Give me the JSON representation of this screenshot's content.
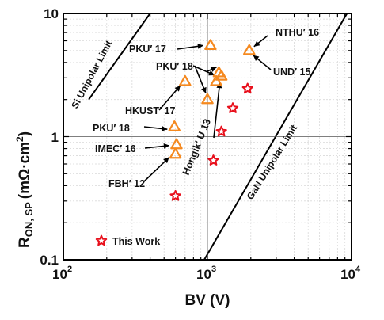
{
  "chart_data": {
    "type": "scatter",
    "x_scale": "log",
    "y_scale": "log",
    "xlim": [
      100,
      10000
    ],
    "ylim": [
      0.1,
      10
    ],
    "xlabel": "BV (V)",
    "ylabel_main": "R",
    "ylabel_sub": "ON, SP",
    "ylabel_unit": "(mΩ·cm",
    "ylabel_sup": "2",
    "ylabel_close": ")",
    "y_tick_labels": [
      "0.1",
      "1",
      "10"
    ],
    "x_tick_labels": [
      {
        "base": "10",
        "exp": "2"
      },
      {
        "base": "10",
        "exp": "3"
      },
      {
        "base": "10",
        "exp": "4"
      }
    ],
    "grid": true,
    "colors": {
      "this_work": "#e8101c",
      "literature": "#f5891f",
      "axis": "#000000"
    },
    "limit_lines": [
      {
        "label": "Si Unipolar Limit",
        "points": [
          [
            150,
            2.0
          ],
          [
            400,
            10
          ]
        ]
      },
      {
        "label": "GaN Unipolar Limit",
        "points": [
          [
            950,
            0.1
          ],
          [
            9300,
            10
          ]
        ]
      }
    ],
    "series": [
      {
        "name": "This Work",
        "marker": "star",
        "points": [
          [
            600,
            0.33
          ],
          [
            1100,
            0.64
          ],
          [
            1250,
            1.1
          ],
          [
            1500,
            1.7
          ],
          [
            1900,
            2.45
          ]
        ]
      },
      {
        "marker": "triangle",
        "points": [
          [
            600,
            0.72
          ],
          [
            610,
            0.86
          ],
          [
            590,
            1.2
          ],
          [
            700,
            2.8
          ],
          [
            1000,
            2.0
          ],
          [
            1050,
            5.5
          ],
          [
            1150,
            2.8
          ],
          [
            1200,
            3.3
          ],
          [
            1250,
            3.1
          ],
          [
            1950,
            5.0
          ]
        ]
      }
    ],
    "annotations": [
      "PKU′ 17",
      "PKU′ 18",
      "HKUST′ 17",
      "PKU′ 18",
      "IMEC′ 16",
      "FBH′ 12",
      "Hongik′ U 13",
      "NTHU′ 16",
      "UND′ 15"
    ]
  }
}
